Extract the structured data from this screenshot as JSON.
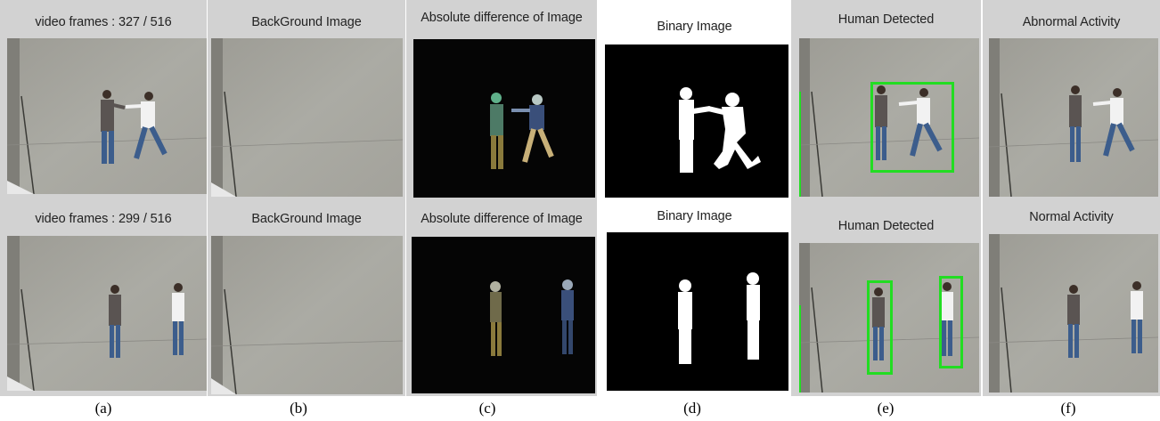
{
  "panels": [
    {
      "id": "a",
      "top_title": "video frames  : 327 / 516",
      "bottom_title": "video frames  : 299 / 516",
      "subcaption": "(a)"
    },
    {
      "id": "b",
      "top_title": "BackGround Image",
      "bottom_title": "BackGround Image",
      "subcaption": "(b)"
    },
    {
      "id": "c",
      "top_title": "Absolute difference of Image",
      "bottom_title": "Absolute difference of Image",
      "subcaption": "(c)"
    },
    {
      "id": "d",
      "top_title": "Binary Image",
      "bottom_title": "Binary Image",
      "subcaption": "(d)"
    },
    {
      "id": "e",
      "top_title": "Human Detected",
      "bottom_title": "Human Detected",
      "subcaption": "(e)"
    },
    {
      "id": "f",
      "top_title": "Abnormal Activity",
      "bottom_title": "Normal Activity",
      "subcaption": "(f)"
    }
  ],
  "colors": {
    "window_bg": "#d2d2d2",
    "pavement": "#a8a7a0",
    "black_frame": "#000000",
    "mask_white": "#ffffff",
    "detection_box": "#22dd22"
  }
}
